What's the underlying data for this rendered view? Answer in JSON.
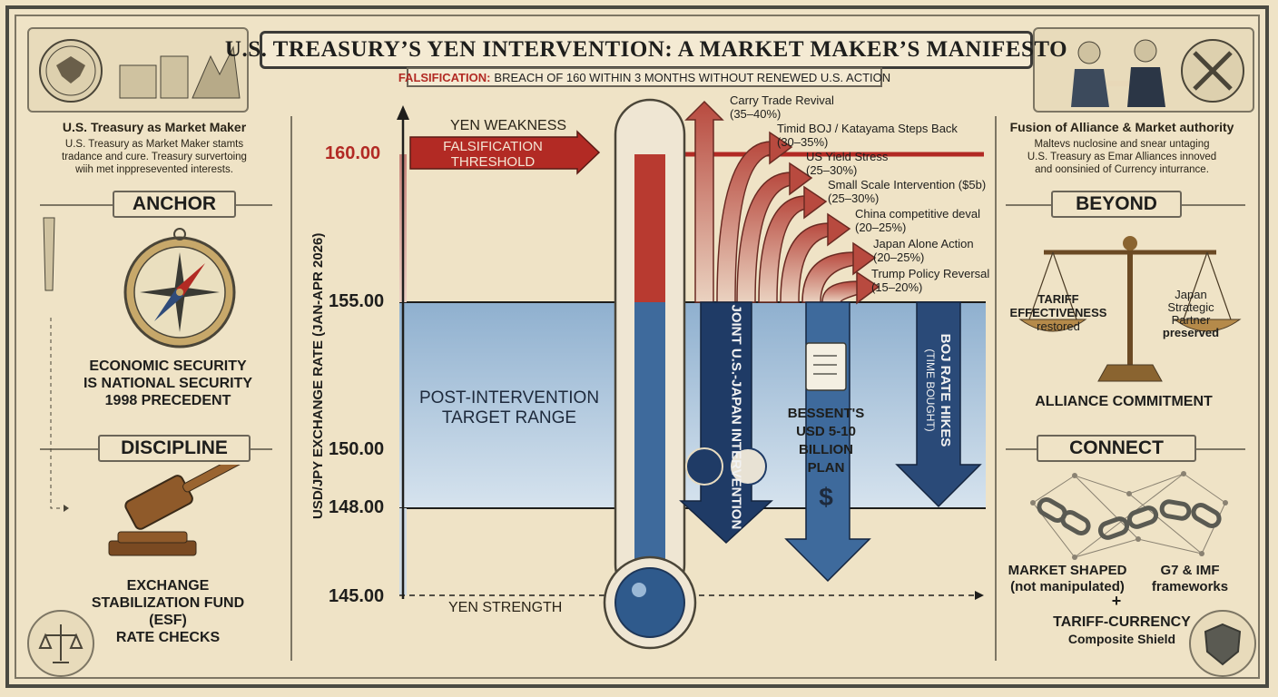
{
  "title": "U.S. TREASURY’S YEN INTERVENTION: A MARKET MAKER’S MANIFESTO",
  "falsification": {
    "lead": "FALSIFICATION:",
    "rest": "BREACH OF 160 WITHIN 3 MONTHS WITHOUT RENEWED U.S. ACTION"
  },
  "left_panel": {
    "title": "U.S. Treasury as Market Maker",
    "body": [
      "U.S. Treasury as Market Maker stamts",
      "tradance and cure. Treasury survertoing",
      "wiih met inppresevented interests."
    ],
    "anchor_label": "ANCHOR",
    "anchor_caption": [
      "ECONOMIC SECURITY",
      "IS NATIONAL SECURITY",
      "1998 PRECEDENT"
    ],
    "discipline_label": "DISCIPLINE",
    "discipline_caption": [
      "EXCHANGE",
      "STABILIZATION FUND",
      "(ESF)",
      "RATE CHECKS"
    ]
  },
  "right_panel": {
    "title": "Fusion of Alliance & Market authority",
    "body": [
      "Maltevs nuclosine and snear untaging",
      "U.S. Treasury as Emar Alliances innoved",
      "and oonsinied of Currency inturrance."
    ],
    "beyond_label": "BEYOND",
    "scale_left": [
      "TARIFF",
      "EFFECTIVENESS",
      "restored"
    ],
    "scale_right": [
      "Japan",
      "Strategic",
      "Partner",
      "preserved"
    ],
    "beyond_caption": "ALLIANCE COMMITMENT",
    "connect_label": "CONNECT",
    "connect_left": [
      "MARKET SHAPED",
      "(not manipulated)"
    ],
    "connect_right": [
      "G7 & IMF",
      "frameworks"
    ],
    "connect_plus": "+",
    "connect_bottom": [
      "TARIFF-CURRENCY",
      "Composite Shield"
    ]
  },
  "chart_data": {
    "type": "other",
    "ylabel": "USD/JPY EXCHANGE RATE (JAN-APR 2026)",
    "y_ticks": [
      "160.00",
      "155.00",
      "150.00",
      "148.00",
      "145.00"
    ],
    "top_label": "YEN WEAKNESS",
    "bottom_label": "YEN STRENGTH",
    "threshold_label": [
      "FALSIFICATION",
      "THRESHOLD"
    ],
    "threshold_value": 160,
    "target_range_label": [
      "POST-INTERVENTION",
      "TARGET RANGE"
    ],
    "target_range": [
      148,
      155
    ],
    "upside_scenarios": [
      {
        "label": "Carry Trade Revival",
        "prob": "(35–40%)"
      },
      {
        "label": "Timid BOJ / Katayama Steps Back",
        "prob": "(30–35%)"
      },
      {
        "label": "US Yield Stress",
        "prob": "(25–30%)"
      },
      {
        "label": "Small Scale Intervention ($5b)",
        "prob": "(25–30%)"
      },
      {
        "label": "China competitive deval",
        "prob": "(20–25%)"
      },
      {
        "label": "Japan Alone Action",
        "prob": "(20–25%)"
      },
      {
        "label": "Trump Policy Reversal",
        "prob": "(15–20%)"
      }
    ],
    "downside_forces": [
      {
        "label": "JOINT U.S.-JAPAN INTERVENTION"
      },
      {
        "label": "BESSENT'S USD 5-10 BILLION PLAN",
        "lines": [
          "BESSENT'S",
          "USD 5-10",
          "BILLION",
          "PLAN"
        ],
        "symbol": "$"
      },
      {
        "label": "BOJ RATE HIKES (TIME BOUGHT)",
        "lines": [
          "BOJ RATE HIKES",
          "(TIME BOUGHT)"
        ]
      }
    ]
  },
  "colors": {
    "paper": "#efe3c6",
    "threshold_red": "#b22a24",
    "navy": "#1f3b66",
    "target_blue": "#a9c4dc"
  },
  "icons": [
    "eagle-seal-icon",
    "compass-icon",
    "gavel-icon",
    "thermometer-icon",
    "balance-scale-icon",
    "chain-network-icon",
    "clipboard-icon",
    "handshake-icon",
    "crossed-tools-icon",
    "shield-icon"
  ]
}
